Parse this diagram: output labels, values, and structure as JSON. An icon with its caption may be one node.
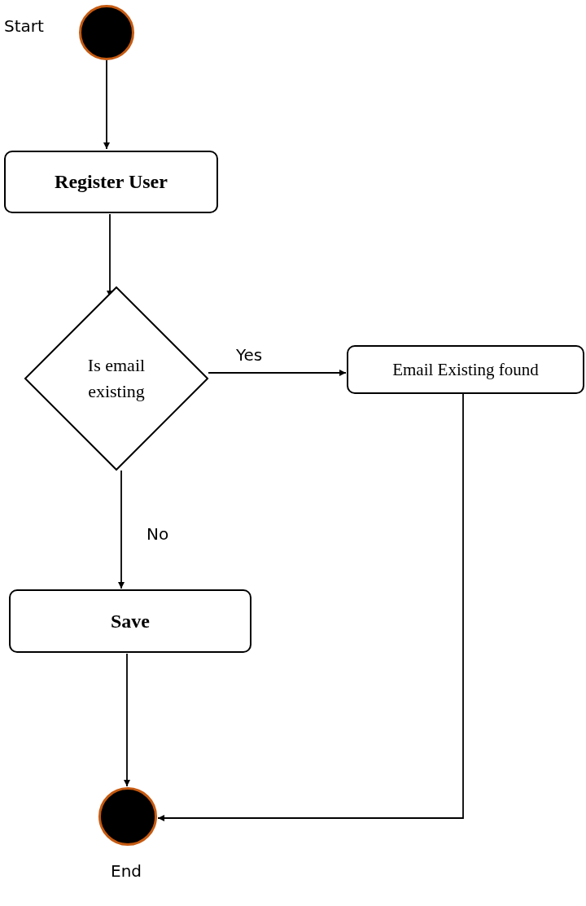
{
  "diagram": {
    "nodes": [
      {
        "text": [],
        "shape": "circle",
        "beside": [
          "Start"
        ]
      },
      {
        "text": [
          "Register User"
        ]
      },
      {
        "text": [
          "Is email existing"
        ]
      },
      {
        "text": [
          "Email Existing found"
        ]
      },
      {
        "text": [
          "Save"
        ]
      },
      {
        "text": [],
        "shape": "circle",
        "beside": [
          "End"
        ]
      }
    ],
    "edges": [
      {
        "from": 0,
        "to": 1,
        "arrow": "to"
      },
      {
        "from": 1,
        "to": 2,
        "arrow": "to"
      },
      {
        "from": 2,
        "to": 3,
        "arrow": "to",
        "label": "Yes"
      },
      {
        "from": 2,
        "to": 4,
        "arrow": "to",
        "label": "No"
      },
      {
        "from": 4,
        "to": 5,
        "arrow": "to"
      },
      {
        "from": 3,
        "to": 5,
        "arrow": "to"
      }
    ]
  }
}
